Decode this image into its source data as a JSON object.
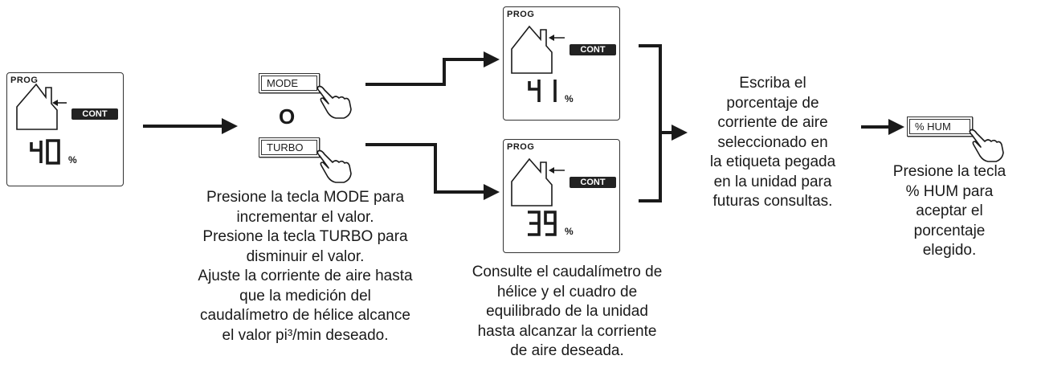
{
  "colors": {
    "ink": "#1a1a1a",
    "cont_bg": "#222222"
  },
  "displays": {
    "initial": {
      "prog": "PROG",
      "cont": "CONT",
      "value": "40",
      "unit": "%"
    },
    "up": {
      "prog": "PROG",
      "cont": "CONT",
      "value": "41",
      "unit": "%"
    },
    "down": {
      "prog": "PROG",
      "cont": "CONT",
      "value": "39",
      "unit": "%"
    }
  },
  "keys": {
    "mode": "MODE",
    "turbo": "TURBO",
    "hum": "% HUM"
  },
  "or_label": "O",
  "texts": {
    "press_instructions": [
      "Presione la tecla MODE para",
      "incrementar el valor.",
      "Presione la tecla TURBO para",
      "disminuir el valor.",
      "Ajuste la corriente de aire hasta",
      "que la medición del",
      "caudalímetro de hélice alcance",
      "el valor pi³/min deseado."
    ],
    "consult": [
      "Consulte el caudalímetro de",
      "hélice y el cuadro de",
      "equilibrado de la unidad",
      "hasta alcanzar la corriente",
      "de aire deseada."
    ],
    "write": [
      "Escriba el",
      "porcentaje de",
      "corriente de aire",
      "seleccionado en",
      "la etiqueta pegada",
      "en la unidad para",
      "futuras consultas."
    ],
    "accept": [
      "Presione la tecla",
      "% HUM para",
      "aceptar el",
      "porcentaje",
      "elegido."
    ]
  },
  "icons": {
    "hand": "pointing-hand-icon",
    "house": "house-icon",
    "arrow": "arrow-icon"
  }
}
